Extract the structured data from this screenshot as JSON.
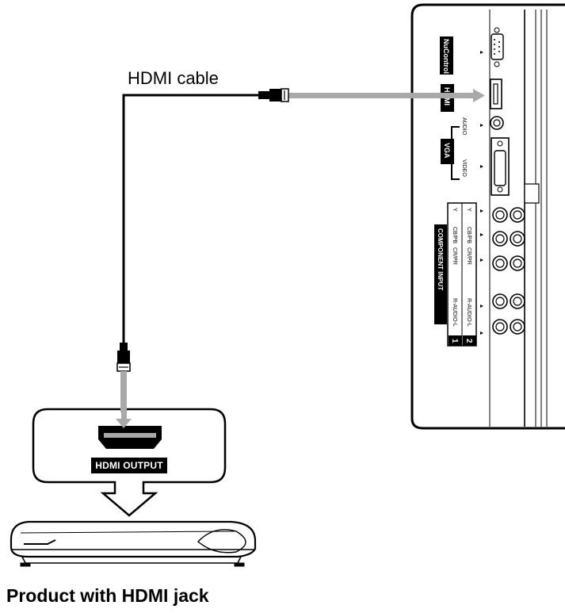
{
  "labels": {
    "cable": "HDMI cable",
    "hdmi_output": "HDMI OUTPUT",
    "device": "Product with HDMI jack"
  },
  "tv_panel": {
    "nucontrol": "NuControl",
    "hdmi": "HDMI",
    "vga": "VGA",
    "audio": "AUDIO",
    "video": "VIDEO",
    "component_input": "COMPONENT INPUT",
    "y": "Y",
    "cb_pb": "CB/PB",
    "cr_pr": "CR/PR",
    "audio_r_l": "R-AUDIO-L",
    "input_1": "1",
    "input_2": "2"
  },
  "colors": {
    "signal_arrow": "#a9a9a9",
    "label_bg": "#000000",
    "line": "#000000"
  }
}
